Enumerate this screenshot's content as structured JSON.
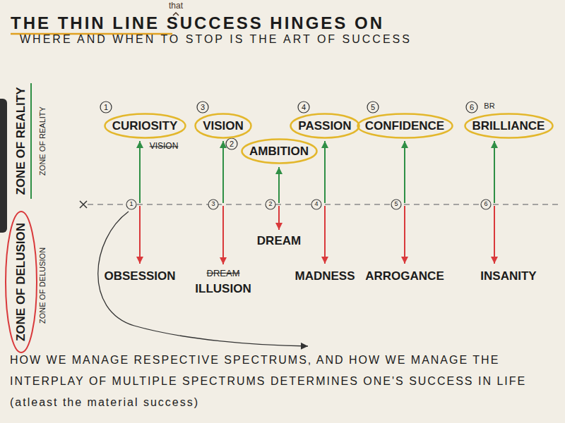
{
  "diagram": {
    "title": "THE THIN LINE SUCCESS HINGES ON",
    "caption": "HOW WE MANAGE RESPECTIVE SPECTRUMS, AND HOW WE MANAGE THE INTERPLAY OF MULTIPLE SPECTRUMS DETERMINES ONE'S SUCCESS IN LIFE (atleast the material success)",
    "nodes": [
      {
        "text": [
          "CURIOSITY"
        ]
      },
      {
        "text": [
          "VISION"
        ]
      },
      {
        "text": [
          "AMBITION"
        ]
      },
      {
        "text": [
          "PASSION"
        ]
      },
      {
        "text": [
          "CONFIDENCE"
        ]
      },
      {
        "text": [
          "BRILLIANCE"
        ]
      }
    ],
    "labels": [
      "that",
      "WHERE AND WHEN TO STOP IS THE ART OF SUCCESS",
      "ZONE OF REALITY",
      "ZONE OF REALITY",
      "ZONE OF DELUSION",
      "ZONE OF DELUSION",
      "1",
      "VISION",
      "3",
      "2",
      "4",
      "5",
      "BR",
      "6",
      "1",
      "3",
      "2",
      "4",
      "5",
      "6",
      "DREAM",
      "OBSESSION",
      "DREAM",
      "ILLUSION",
      "MADNESS",
      "ARROGANCE",
      "INSANITY"
    ]
  }
}
